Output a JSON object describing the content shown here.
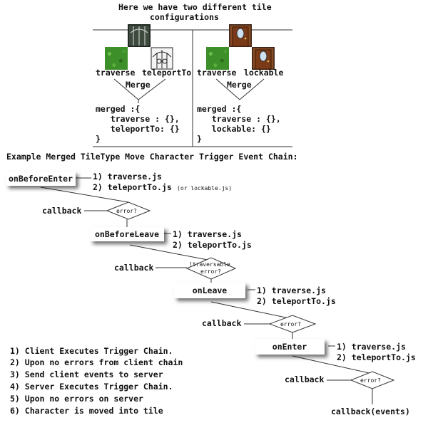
{
  "title": {
    "line1": "Here we have two different tile",
    "line2": "configurations"
  },
  "left_config": {
    "label_a": "traverse",
    "label_b": "teleportTo",
    "merge": "Merge",
    "code": [
      "merged :{",
      "   traverse : {},",
      "   teleportTo: {}",
      "}"
    ]
  },
  "right_config": {
    "label_a": "traverse",
    "label_b": "lockable",
    "merge": "Merge",
    "code": [
      "merged :{",
      "   traverse : {},",
      "   lockable: {}",
      "}"
    ]
  },
  "chain_heading": "Example Merged TileType Move Character Trigger Event Chain:",
  "events": {
    "before_enter": "onBeforeEnter",
    "before_leave": "onBeforeLeave",
    "leave": "onLeave",
    "enter": "onEnter"
  },
  "scripts": {
    "s1": [
      "1) traverse.js",
      "2) teleportTo.js"
    ],
    "s1_note": "(or lockable.js)",
    "s2": [
      "1) traverse.js",
      "2) teleportTo.js"
    ],
    "s3": [
      "1) traverse.js",
      "2) teleportTo.js"
    ],
    "s4": [
      "1) traverse.js",
      "2) teleportTo.js"
    ]
  },
  "decisions": {
    "d1": "error?",
    "d2_line1": "!traversable",
    "d2_line2": "error?",
    "d3": "error?",
    "d4": "error?"
  },
  "callback_label": "callback",
  "final_callback": "callback(events)",
  "steps": [
    "1) Client Executes Trigger Chain.",
    "2) Upon no errors from client chain",
    "3) Send client events to server",
    "4) Server Executes Trigger Chain.",
    "5) Upon no errors on server",
    "6) Character is moved into tile"
  ]
}
